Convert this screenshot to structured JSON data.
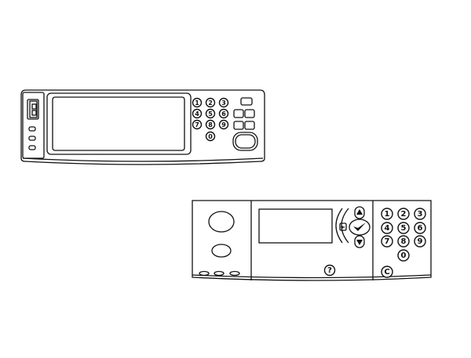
{
  "panel_a": {
    "keypad": [
      "1",
      "2",
      "3",
      "4",
      "5",
      "6",
      "7",
      "8",
      "9",
      "0"
    ]
  },
  "panel_b": {
    "keypad": [
      "1",
      "2",
      "3",
      "4",
      "5",
      "6",
      "7",
      "8",
      "9",
      "0"
    ],
    "help_label": "?",
    "clear_label": "C"
  }
}
